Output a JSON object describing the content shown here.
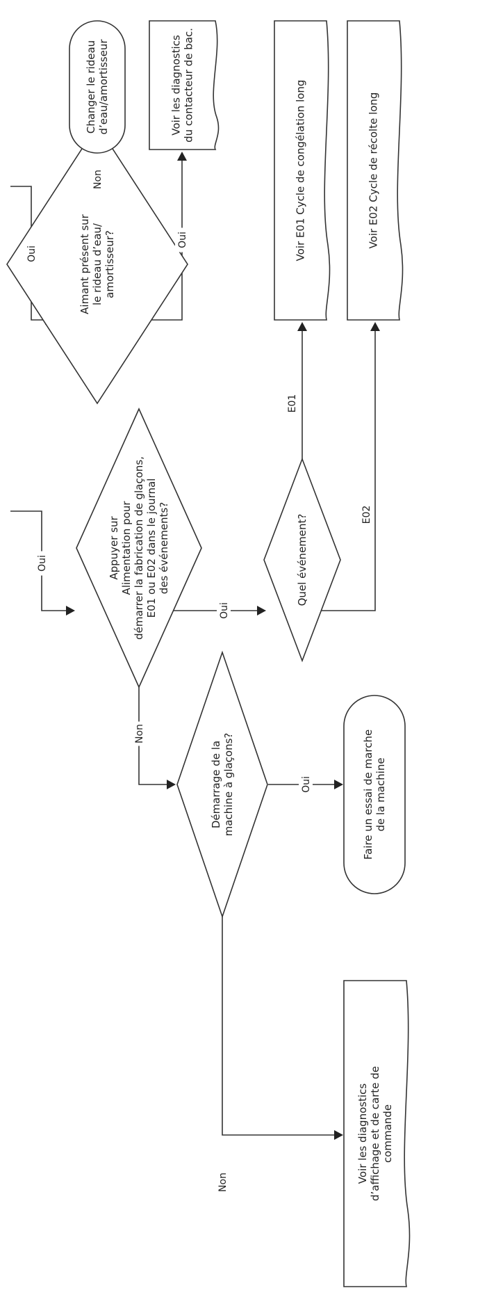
{
  "flowchart": {
    "nodes": {
      "d_magnet": [
        "Aimant présent sur",
        "le rideau d’eau/",
        "amortisseur?"
      ],
      "t_change": [
        "Changer le rideau",
        "d’eau/amortisseur"
      ],
      "d_bin": [
        "Voir les diagnostics",
        "du contacteur de bac."
      ],
      "t_e01": [
        "Voir E01 Cycle de congélation long"
      ],
      "t_e02": [
        "Voir E02 Cycle de récolte long"
      ],
      "d_press": [
        "Appuyer sur",
        "Alimentation pour",
        "démarrer la fabrication de glaçons,",
        "E01 ou E02 dans le journal",
        "des événements?"
      ],
      "d_event": [
        "Quel événement?"
      ],
      "d_start": [
        "Démarrage de la",
        "machine à glaçons?"
      ],
      "t_test": [
        "Faire un essai de marche",
        "de la machine"
      ],
      "d_display": [
        "Voir les diagnostics",
        "d’affichage et de carte de",
        "commande"
      ]
    },
    "edge_labels": {
      "oui_top_right": "Oui",
      "non_magnet": "Non",
      "oui_magnet": "Oui",
      "oui_top_left": "Oui",
      "oui_press": "Oui",
      "e01": "E01",
      "e02": "E02",
      "non_press": "Non",
      "oui_start": "Oui",
      "non_start": "Non"
    }
  }
}
